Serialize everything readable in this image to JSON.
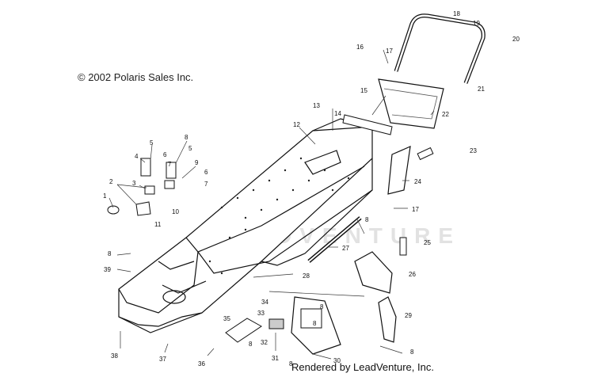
{
  "copyright": "© 2002 Polaris Sales Inc.",
  "credit": "Rendered by LeadVenture, Inc.",
  "watermark": "LEADVENTURE",
  "callouts": [
    {
      "id": "c1",
      "label": "1"
    },
    {
      "id": "c2",
      "label": "2"
    },
    {
      "id": "c3",
      "label": "3"
    },
    {
      "id": "c4",
      "label": "4"
    },
    {
      "id": "c5a",
      "label": "5"
    },
    {
      "id": "c5b",
      "label": "5"
    },
    {
      "id": "c6a",
      "label": "6"
    },
    {
      "id": "c6b",
      "label": "6"
    },
    {
      "id": "c7a",
      "label": "7"
    },
    {
      "id": "c7b",
      "label": "7"
    },
    {
      "id": "c8a",
      "label": "8"
    },
    {
      "id": "c9",
      "label": "9"
    },
    {
      "id": "c10",
      "label": "10"
    },
    {
      "id": "c11",
      "label": "11"
    },
    {
      "id": "c12",
      "label": "12"
    },
    {
      "id": "c13",
      "label": "13"
    },
    {
      "id": "c14",
      "label": "14"
    },
    {
      "id": "c15",
      "label": "15"
    },
    {
      "id": "c16",
      "label": "16"
    },
    {
      "id": "c17a",
      "label": "17"
    },
    {
      "id": "c18",
      "label": "18"
    },
    {
      "id": "c19",
      "label": "19"
    },
    {
      "id": "c20",
      "label": "20"
    },
    {
      "id": "c21",
      "label": "21"
    },
    {
      "id": "c22",
      "label": "22"
    },
    {
      "id": "c23",
      "label": "23"
    },
    {
      "id": "c24",
      "label": "24"
    },
    {
      "id": "c17b",
      "label": "17"
    },
    {
      "id": "c8b",
      "label": "8"
    },
    {
      "id": "c25",
      "label": "25"
    },
    {
      "id": "c27",
      "label": "27"
    },
    {
      "id": "c8c",
      "label": "8"
    },
    {
      "id": "c39",
      "label": "39"
    },
    {
      "id": "c26",
      "label": "26"
    },
    {
      "id": "c28",
      "label": "28"
    },
    {
      "id": "c34",
      "label": "34"
    },
    {
      "id": "c8d",
      "label": "8"
    },
    {
      "id": "c33",
      "label": "33"
    },
    {
      "id": "c35",
      "label": "35"
    },
    {
      "id": "c29",
      "label": "29"
    },
    {
      "id": "c8e",
      "label": "8"
    },
    {
      "id": "c32",
      "label": "32"
    },
    {
      "id": "c8f",
      "label": "8"
    },
    {
      "id": "c38",
      "label": "38"
    },
    {
      "id": "c37",
      "label": "37"
    },
    {
      "id": "c36",
      "label": "36"
    },
    {
      "id": "c31",
      "label": "31"
    },
    {
      "id": "c8g",
      "label": "8"
    },
    {
      "id": "c30",
      "label": "30"
    },
    {
      "id": "c8h",
      "label": "8"
    }
  ]
}
